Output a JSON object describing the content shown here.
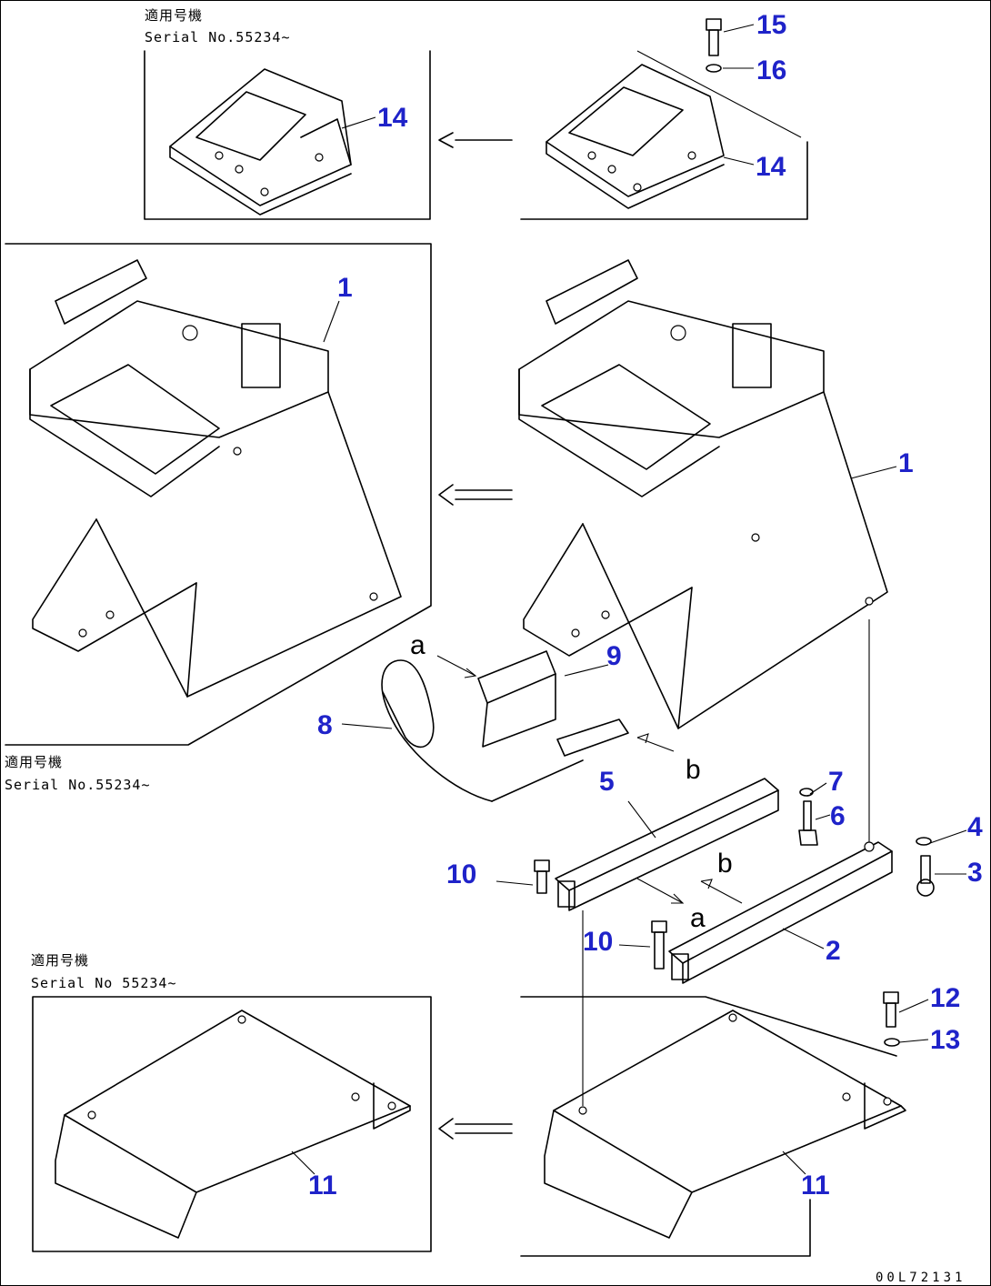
{
  "notes": {
    "top": {
      "line1": "適用号機",
      "line2": "Serial No.55234~"
    },
    "middle": {
      "line1": "適用号機",
      "line2": "Serial No.55234~"
    },
    "bottom": {
      "line1": "適用号機",
      "line2": "Serial No 55234~"
    }
  },
  "callouts": {
    "p1a": "1",
    "p1b": "1",
    "p2": "2",
    "p3": "3",
    "p4": "4",
    "p5": "5",
    "p6": "6",
    "p7": "7",
    "p8": "8",
    "p9": "9",
    "p10a": "10",
    "p10b": "10",
    "p11a": "11",
    "p11b": "11",
    "p12": "12",
    "p13": "13",
    "p14a": "14",
    "p14b": "14",
    "p15": "15",
    "p16": "16"
  },
  "view_letters": {
    "a1": "a",
    "a2": "a",
    "b1": "b",
    "b2": "b"
  },
  "drawing_code": "00L72131",
  "colors": {
    "callout": "#1f23c9",
    "line": "#000000"
  }
}
